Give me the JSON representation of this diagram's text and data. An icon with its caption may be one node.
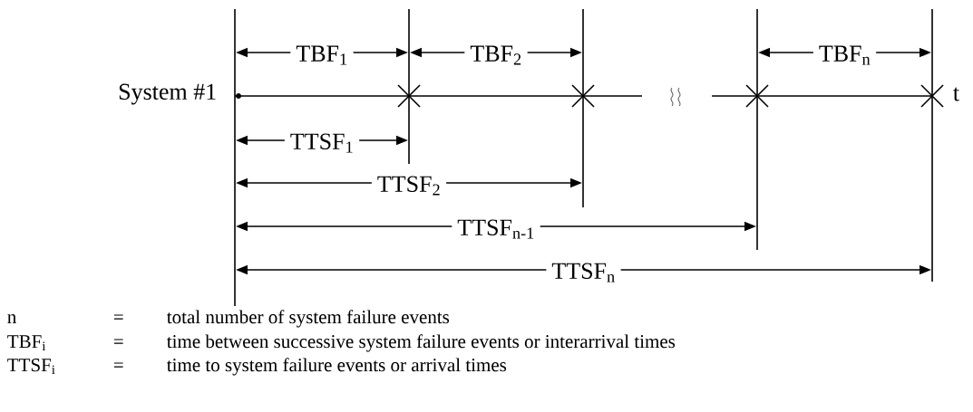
{
  "diagram": {
    "labels": [
      "TBF$_{1}$",
      "TBF$_{2}$",
      "TBF$_{n}$",
      "System #1",
      "t",
      "TTSF$_{1}$",
      "TTSF$_{2}$",
      "TTSF$_{n-1}$",
      "TTSF$_{n}$",
      "n",
      "=",
      "total number of system failure events",
      "TBF$_{i}$",
      "=",
      "time between successive system failure events or interarrival times",
      "TTSF$_{i}$",
      "=",
      "time to system failure events or arrival times"
    ]
  }
}
